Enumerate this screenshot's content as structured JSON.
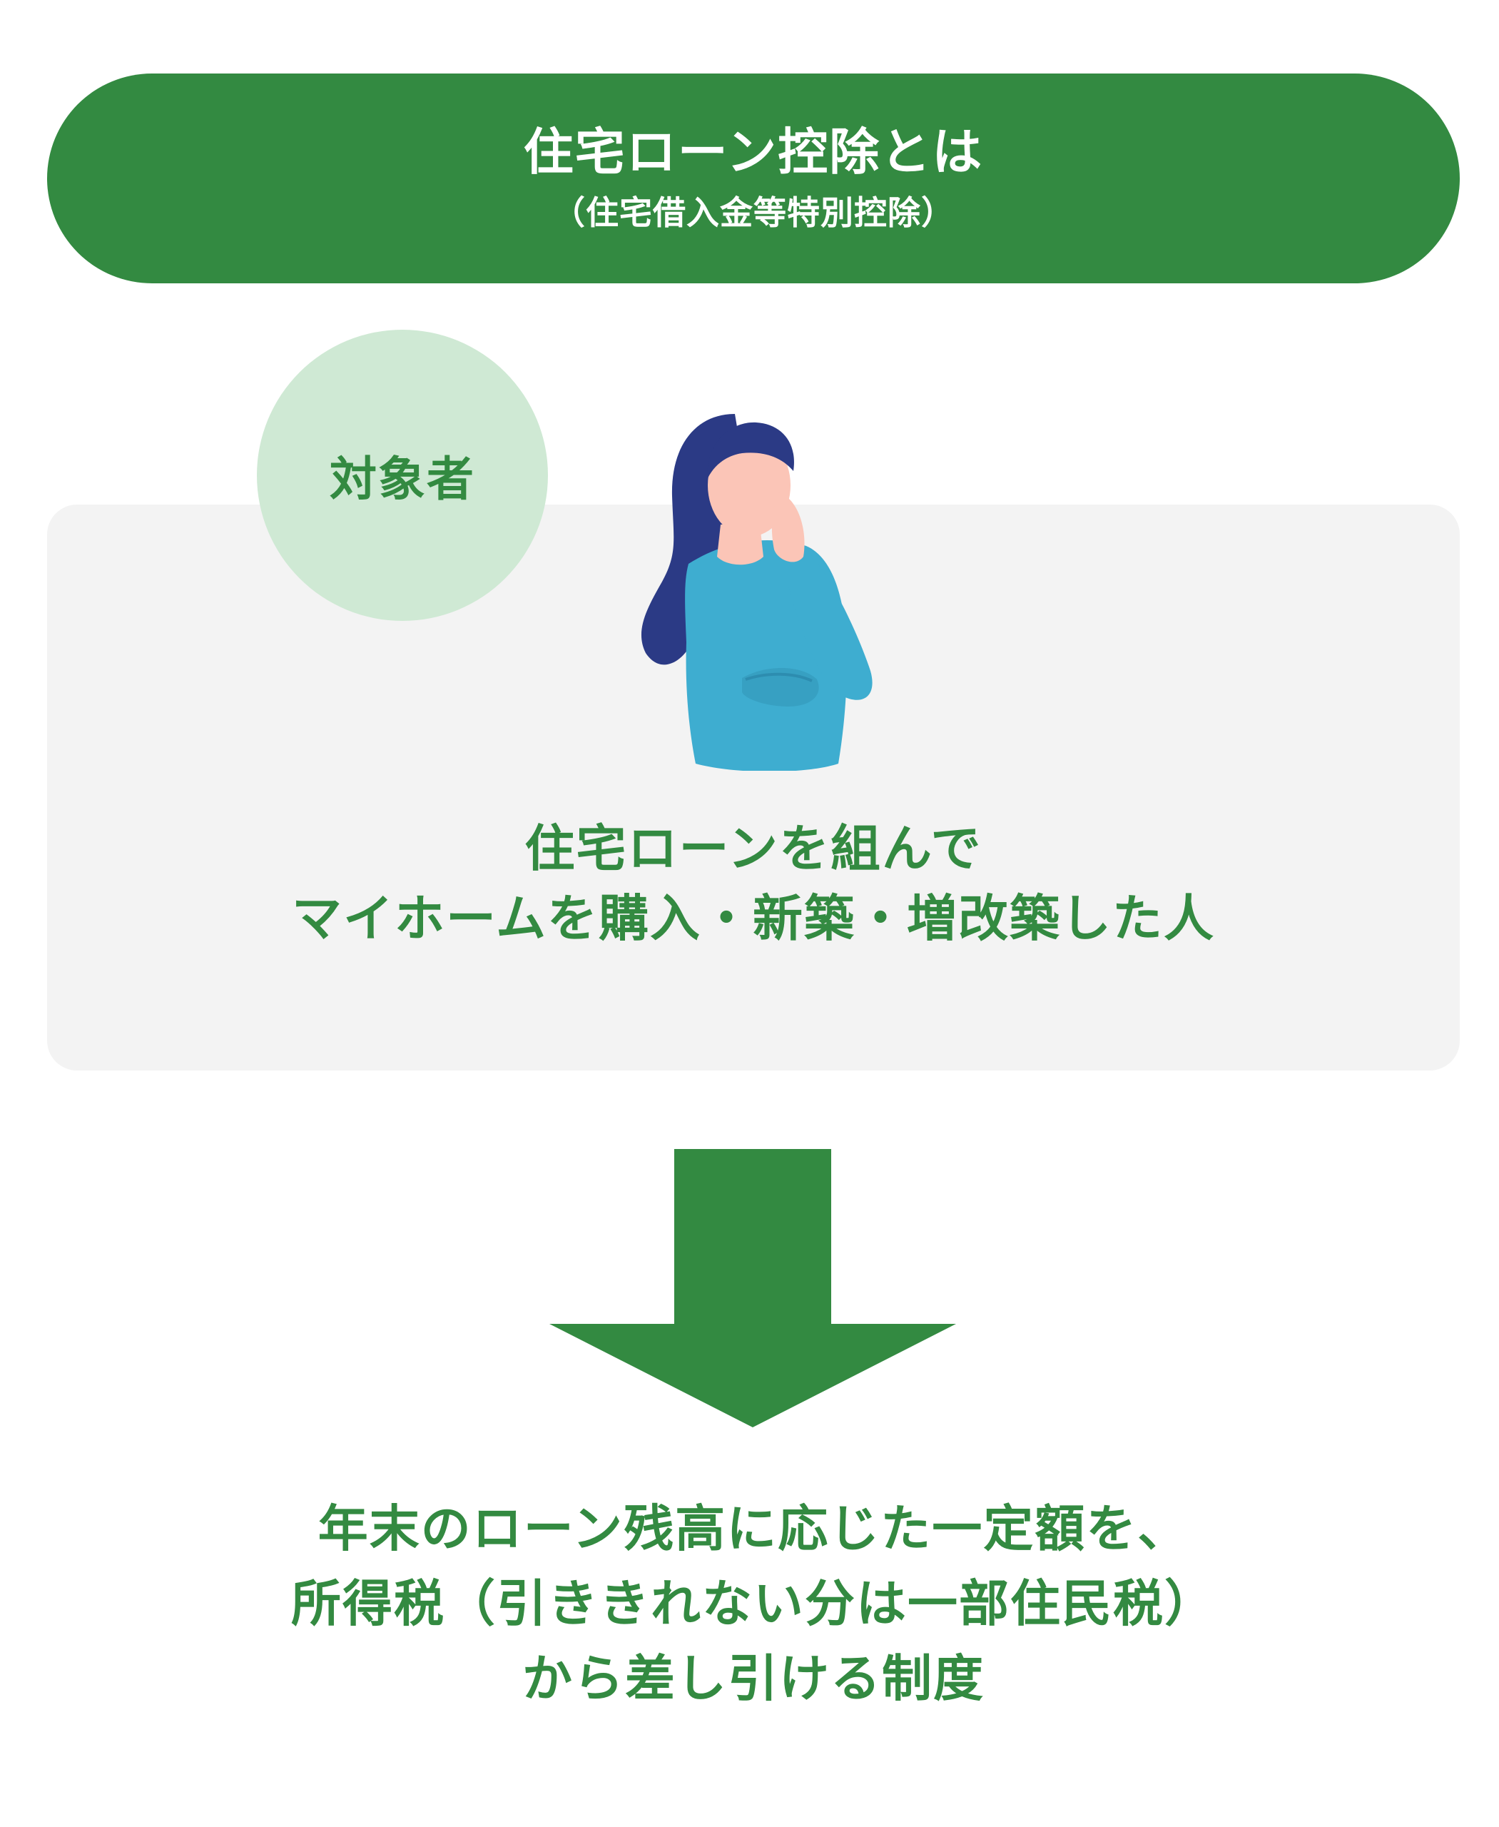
{
  "header": {
    "title": "住宅ローン控除とは",
    "subtitle": "（住宅借入金等特別控除）"
  },
  "target": {
    "badge_label": "対象者",
    "description_line1": "住宅ローンを組んで",
    "description_line2": "マイホームを購入・新築・増改築した人",
    "illustration_icon": "thinking-woman-icon"
  },
  "arrow_icon": "down-arrow-icon",
  "result": {
    "line1": "年末のローン残高に応じた一定額を、",
    "line2": "所得税（引ききれない分は一部住民税）",
    "line3": "から差し引ける制度"
  },
  "colors": {
    "primary_green": "#338a41",
    "badge_green": "#cfe9d4",
    "card_gray": "#f3f3f3",
    "sweater_blue": "#3eadd0",
    "hair_navy": "#2b3a85",
    "skin": "#fbc5b7"
  }
}
